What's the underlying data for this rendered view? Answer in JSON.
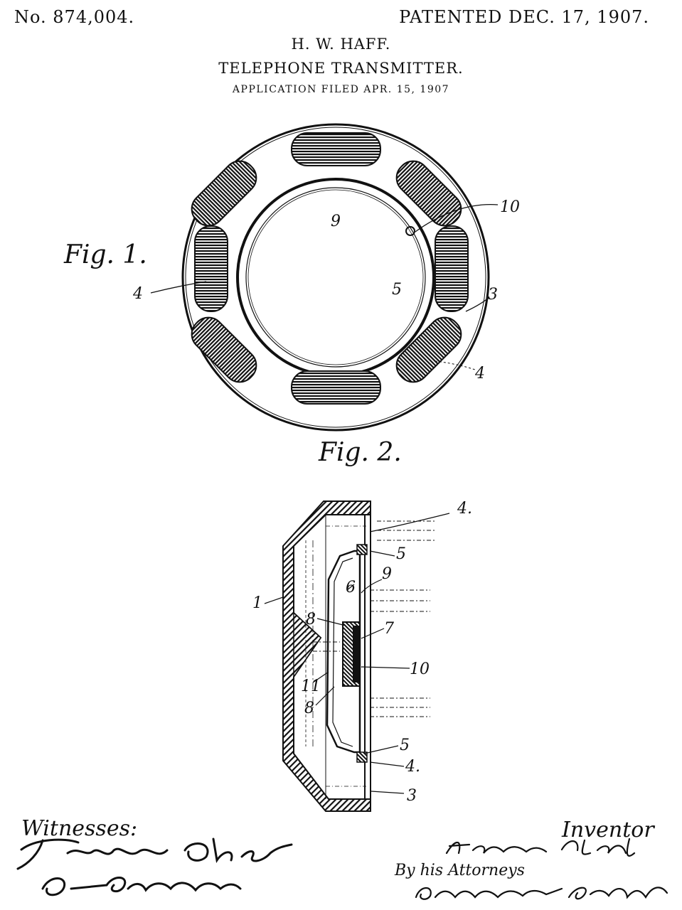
{
  "header": {
    "patent_number": "No. 874,004.",
    "patent_date": "PATENTED DEC. 17, 1907.",
    "inventor": "H. W. HAFF.",
    "title": "TELEPHONE TRANSMITTER.",
    "filed": "APPLICATION FILED APR. 15, 1907"
  },
  "figures": {
    "fig1": {
      "label": "Fig. 1.",
      "ref_9": "9",
      "ref_10": "10",
      "ref_5": "5",
      "ref_4_left": "4",
      "ref_3": "3",
      "ref_4_right": "4"
    },
    "fig2": {
      "label": "Fig. 2.",
      "ref_4_top": "4.",
      "ref_5_top": "5",
      "ref_9": "9",
      "ref_6": "6",
      "ref_1": "1",
      "ref_8_top": "8",
      "ref_7": "7",
      "ref_10": "10",
      "ref_11": "11",
      "ref_8_bottom": "8",
      "ref_5_bottom": "5",
      "ref_4_bottom": "4.",
      "ref_3": "3"
    }
  },
  "footer": {
    "witnesses_label": "Witnesses:",
    "inventor_label": "Inventor",
    "attorneys_label": "By his Attorneys"
  }
}
